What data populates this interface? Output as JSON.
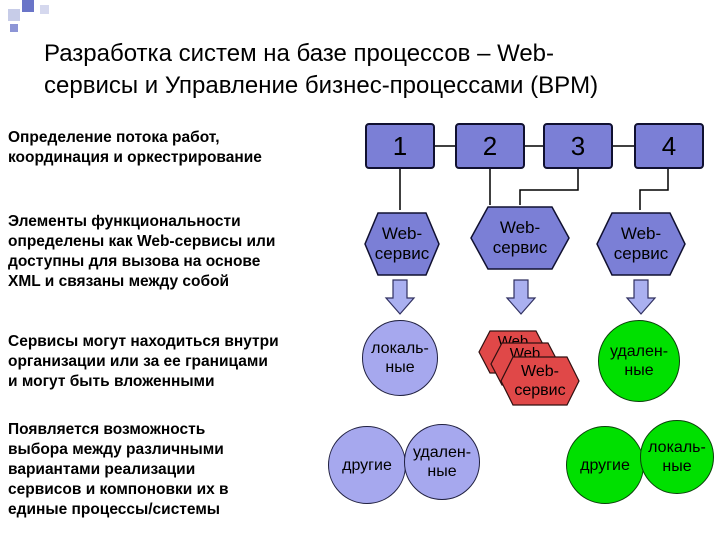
{
  "title": {
    "line1": "Разработка систем на базе процессов – Web-",
    "line2": "сервисы и Управление бизнес-процессами (BPM)"
  },
  "rows": [
    {
      "lines": [
        "Определение потока работ,",
        "координация и оркестрирование"
      ]
    },
    {
      "lines": [
        "Элементы функциональности",
        "определены как Web-сервисы или",
        "доступны для вызова на основе",
        "XML и связаны между собой"
      ]
    },
    {
      "lines": [
        "Сервисы могут находиться внутри",
        "организации или за ее границами",
        "и могут быть вложенными"
      ]
    },
    {
      "lines": [
        "Появляется возможность",
        "выбора между различными",
        "вариантами реализации",
        "сервисов и компоновки их в",
        "единые процессы/системы"
      ]
    }
  ],
  "steps": [
    "1",
    "2",
    "3",
    "4"
  ],
  "services": {
    "s1": {
      "line1": "Web-",
      "line2": "сервис"
    },
    "s2": {
      "line1": "Web-",
      "line2": "сервис"
    },
    "s3": {
      "line1": "Web-",
      "line2": "сервис"
    }
  },
  "stack": {
    "back1": "Web",
    "back2": "Web",
    "front1": "Web-",
    "front2": "сервис"
  },
  "circles": {
    "local_blue": {
      "line1": "локаль-",
      "line2": "ные"
    },
    "remote_green": {
      "line1": "удален-",
      "line2": "ные"
    },
    "other_blue": {
      "line1": "другие"
    },
    "remote_blue": {
      "line1": "удален-",
      "line2": "ные"
    },
    "other_green": {
      "line1": "другие"
    },
    "local_green": {
      "line1": "локаль-",
      "line2": "ные"
    }
  },
  "colors": {
    "step_fill": "#7b7fd6",
    "hex_fill": "#7b7fd6",
    "arrow_fill": "#aab0f0",
    "blue_circle": "#a6a8ee",
    "green_circle": "#00e000",
    "stack_fill": "#e04848",
    "deco_square": "#6a75c8"
  }
}
